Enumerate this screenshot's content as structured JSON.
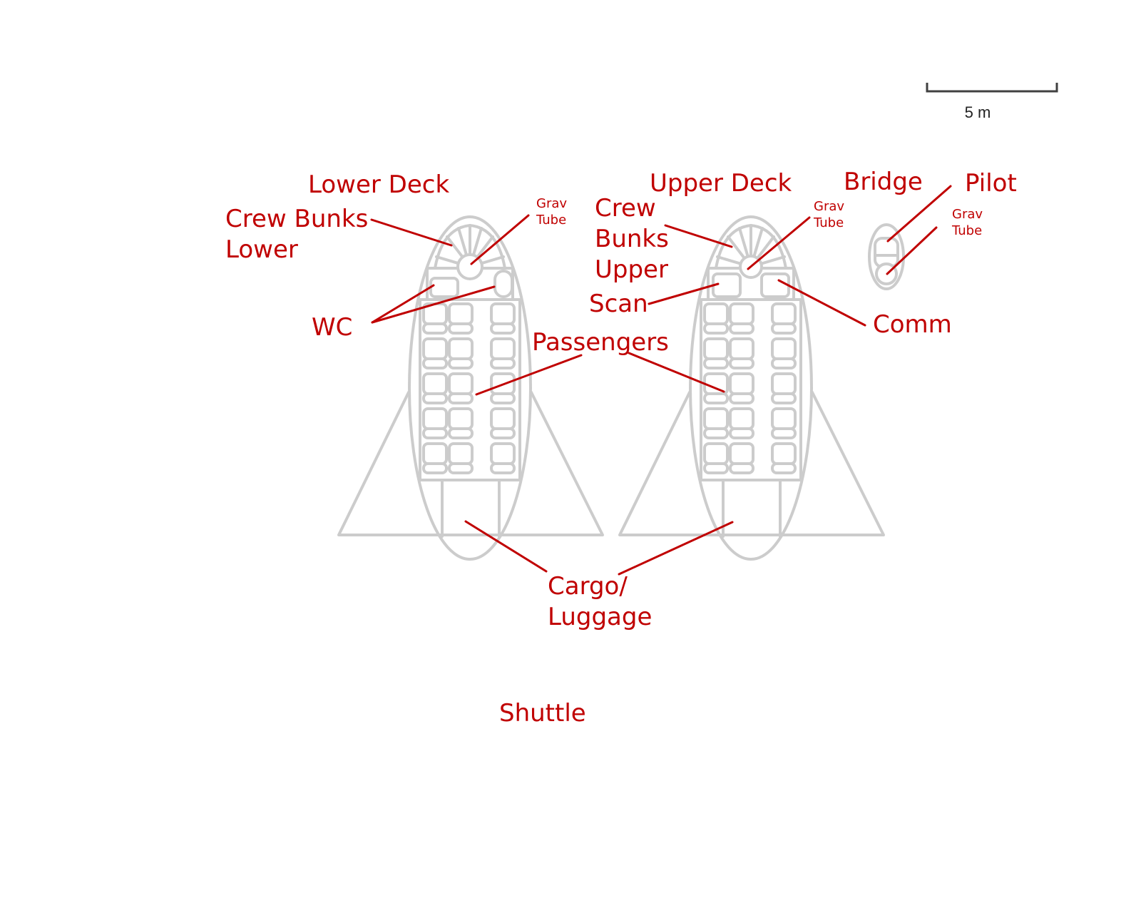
{
  "diagram": {
    "title": "Shuttle",
    "scale_bar": {
      "label": "5 m"
    },
    "lower_deck": {
      "title": "Lower Deck",
      "crew_bunks": [
        "Crew Bunks",
        "Lower"
      ],
      "grav_tube": [
        "Grav",
        "Tube"
      ],
      "wc": "WC"
    },
    "upper_deck": {
      "title": "Upper Deck",
      "crew_bunks": [
        "Crew",
        "Bunks",
        "Upper"
      ],
      "grav_tube": [
        "Grav",
        "Tube"
      ],
      "scan": "Scan",
      "comm": "Comm"
    },
    "bridge": {
      "title": "Bridge",
      "pilot": "Pilot",
      "grav_tube": [
        "Grav",
        "Tube"
      ]
    },
    "passengers": "Passengers",
    "cargo": [
      "Cargo/",
      "Luggage"
    ],
    "colors": {
      "label": "#c00000",
      "hull": "#cccccc",
      "scale": "#404040"
    }
  }
}
